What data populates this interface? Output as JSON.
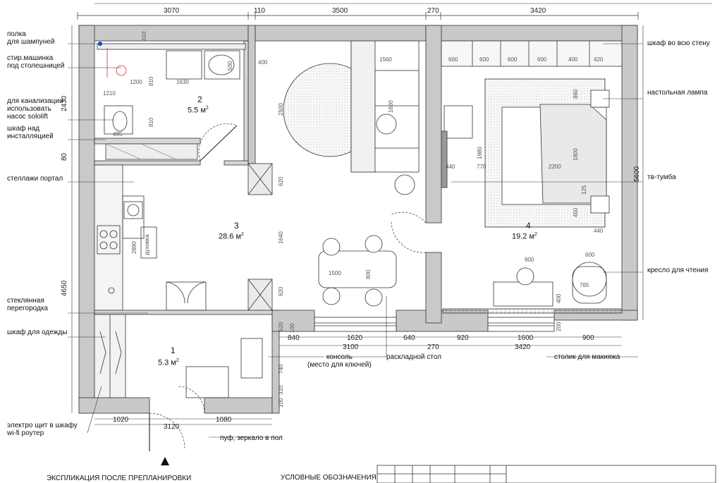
{
  "top_dims": [
    "3070",
    "110",
    "3500",
    "270",
    "3420"
  ],
  "bottom_dims_row1": [
    "840",
    "1620",
    "640",
    "920",
    "1600",
    "900"
  ],
  "bottom_dims_row2": [
    "3100",
    "270",
    "3420"
  ],
  "entry_dims": [
    "1020",
    "3120",
    "1080"
  ],
  "left_dims": [
    "2430",
    "80",
    "4650"
  ],
  "right_dims": [
    "5600"
  ],
  "left_labels": {
    "shelf": [
      "полка",
      "для шампуней"
    ],
    "washer": [
      "стир.машинка",
      "под столешницей"
    ],
    "pump": [
      "для канализации",
      "использовать",
      "насос sololift"
    ],
    "installation": [
      "шкаф над",
      "инсталляцией"
    ],
    "racks": "стеллажи портал",
    "glass": [
      "стеклянная",
      "перегородка"
    ],
    "wardrobe": "шкаф для одежды",
    "panel": [
      "электро щит в шкафу",
      "wi-fi роутер"
    ]
  },
  "right_labels": {
    "wall_cabinet": "шкаф во всю стену",
    "lamp": "настольная лампа",
    "tv": "тв-тумба",
    "chair": "кресло для чтения",
    "vanity": "столик для макияжа"
  },
  "bottom_labels": {
    "console": [
      "консоль",
      "(место для ключей)"
    ],
    "table": "раскладной стол",
    "pouf": "пуф, зеркало в пол"
  },
  "rooms": [
    {
      "num": "1",
      "area": "5.3 м",
      "sup": "2"
    },
    {
      "num": "2",
      "area": "5.5 м",
      "sup": "2"
    },
    {
      "num": "3",
      "area": "28.6 м",
      "sup": "2"
    },
    {
      "num": "4",
      "area": "19.2 м",
      "sup": "2"
    }
  ],
  "inner_dims": {
    "bath": [
      "1200",
      "1630",
      "810",
      "1210",
      "495",
      "500",
      "810",
      "410"
    ],
    "living": [
      "400",
      "1560",
      "2500",
      "1600",
      "620",
      "1640",
      "620",
      "1500",
      "800",
      "2890",
      "520",
      "100",
      "740",
      "310",
      "100"
    ],
    "bedroom": [
      "420",
      "2200",
      "440",
      "770",
      "1980",
      "1800",
      "860",
      "125",
      "450",
      "440",
      "600",
      "900",
      "765",
      "400",
      "200"
    ]
  },
  "cabinet_labels": [
    "600",
    "600",
    "600",
    "600",
    "400"
  ],
  "kitchen_label": "духовка",
  "footer": {
    "left": "ЭКСПЛИКАЦИЯ ПОСЛЕ ПРЕПЛАНИРОВКИ",
    "mid": "УСЛОВНЫЕ ОБОЗНАЧЕНИЯ"
  }
}
